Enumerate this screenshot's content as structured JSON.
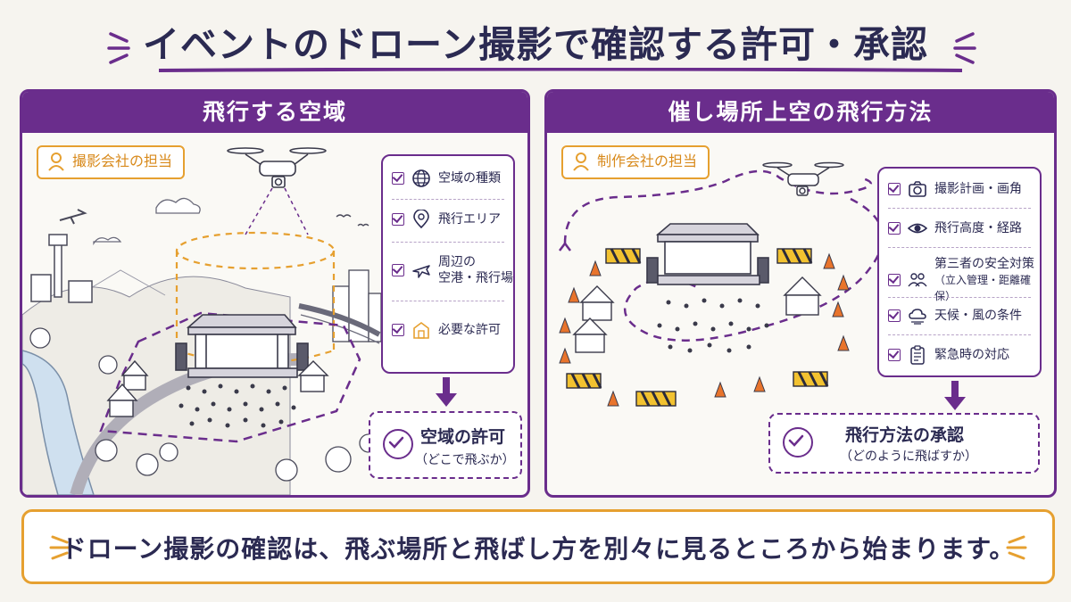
{
  "title": "イベントのドローン撮影で確認する許可・承認",
  "left_panel": {
    "header": "飛行する空域",
    "role": "撮影会社の担当",
    "items": [
      {
        "icon": "globe-icon",
        "label": "空域の種類"
      },
      {
        "icon": "location-pin-icon",
        "label": "飛行エリア"
      },
      {
        "icon": "airplane-icon",
        "label": "周辺の",
        "label2": "空港・飛行場"
      },
      {
        "icon": "building-icon",
        "label": "必要な許可"
      }
    ],
    "result": {
      "main": "空域の許可",
      "sub": "（どこで飛ぶか）"
    }
  },
  "right_panel": {
    "header": "催し場所上空の飛行方法",
    "role": "制作会社の担当",
    "items": [
      {
        "icon": "camera-icon",
        "label": "撮影計画・画角"
      },
      {
        "icon": "eye-icon",
        "label": "飛行高度・経路"
      },
      {
        "icon": "people-icon",
        "label": "第三者の安全対策",
        "label2": "（立入管理・距離確保）"
      },
      {
        "icon": "weather-icon",
        "label": "天候・風の条件"
      },
      {
        "icon": "clipboard-icon",
        "label": "緊急時の対応"
      }
    ],
    "result": {
      "main": "飛行方法の承認",
      "sub": "（どのように飛ばすか）"
    }
  },
  "footer": "ドローン撮影の確認は、飛ぶ場所と飛ばし方を別々に見るところから始まります。",
  "colors": {
    "purple": "#6a2d8c",
    "orange": "#e6a030",
    "navy": "#2b2a52"
  }
}
